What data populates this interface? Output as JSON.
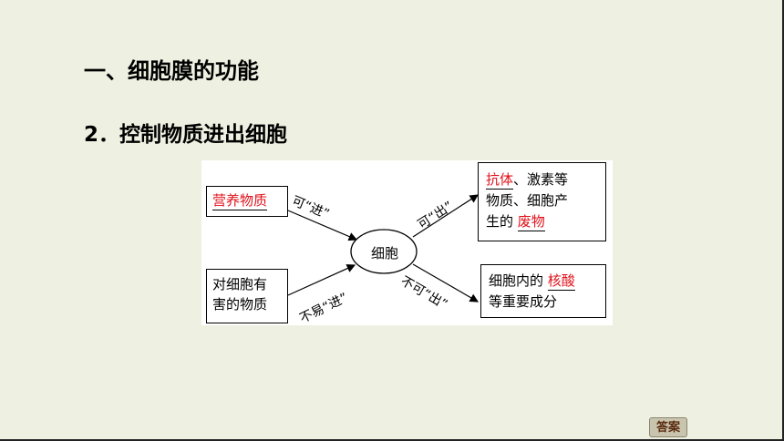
{
  "slide": {
    "heading1": "一、细胞膜的功能",
    "heading2": "2．控制物质进出细胞"
  },
  "diagram": {
    "center": "细胞",
    "box_nutrient": "营养物质",
    "box_harmful_line1": "对细胞有",
    "box_harmful_line2": "害的物质",
    "box_out_top": {
      "r1_red": "抗体",
      "r1_rest": "、激素等",
      "r2": "物质、细胞产",
      "r3_pre": "生的",
      "r3_red": "废物"
    },
    "box_out_bottom": {
      "r1_pre": "细胞内的",
      "r1_red": "核酸",
      "r2": "等重要成分"
    },
    "label_can_in": "可“进”",
    "label_hard_in": "不易“进”",
    "label_can_out": "可“出”",
    "label_cannot_out": "不可“出”"
  },
  "button": {
    "answer": "答案"
  }
}
